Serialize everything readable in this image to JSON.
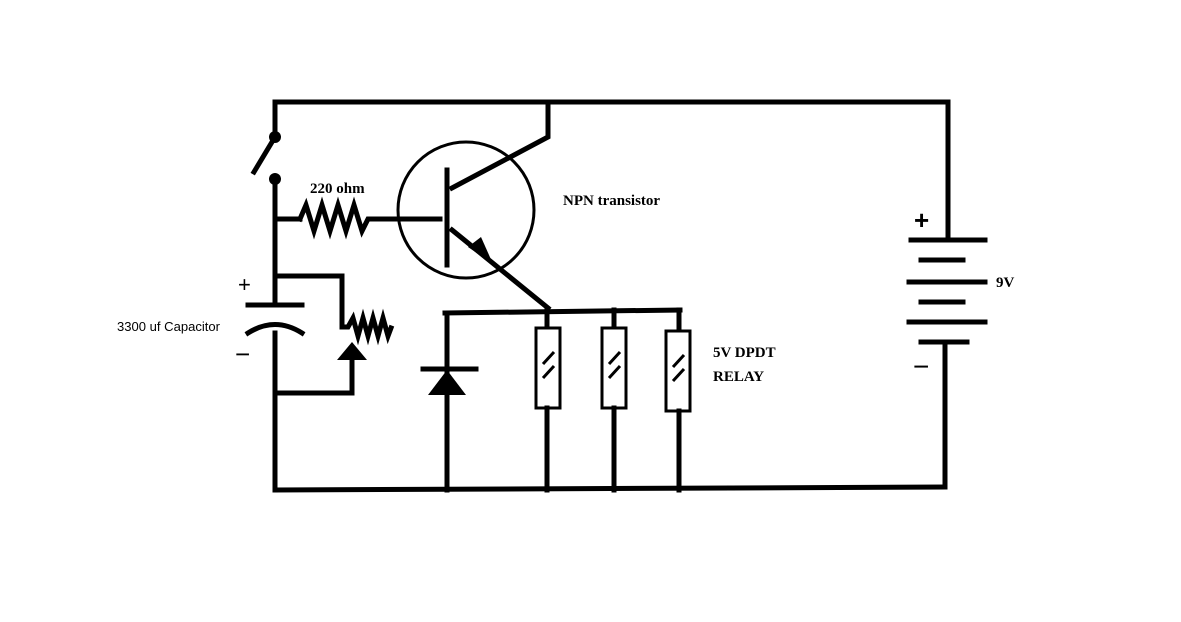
{
  "labels": {
    "resistor": "220 ohm",
    "transistor": "NPN transistor",
    "capacitor": "3300 uf Capacitor",
    "relay_line1": "5V DPDT",
    "relay_line2": "RELAY",
    "battery": "9V"
  },
  "polarity": {
    "cap_plus": "+",
    "cap_minus": "−",
    "batt_plus": "+",
    "batt_minus": "−"
  }
}
